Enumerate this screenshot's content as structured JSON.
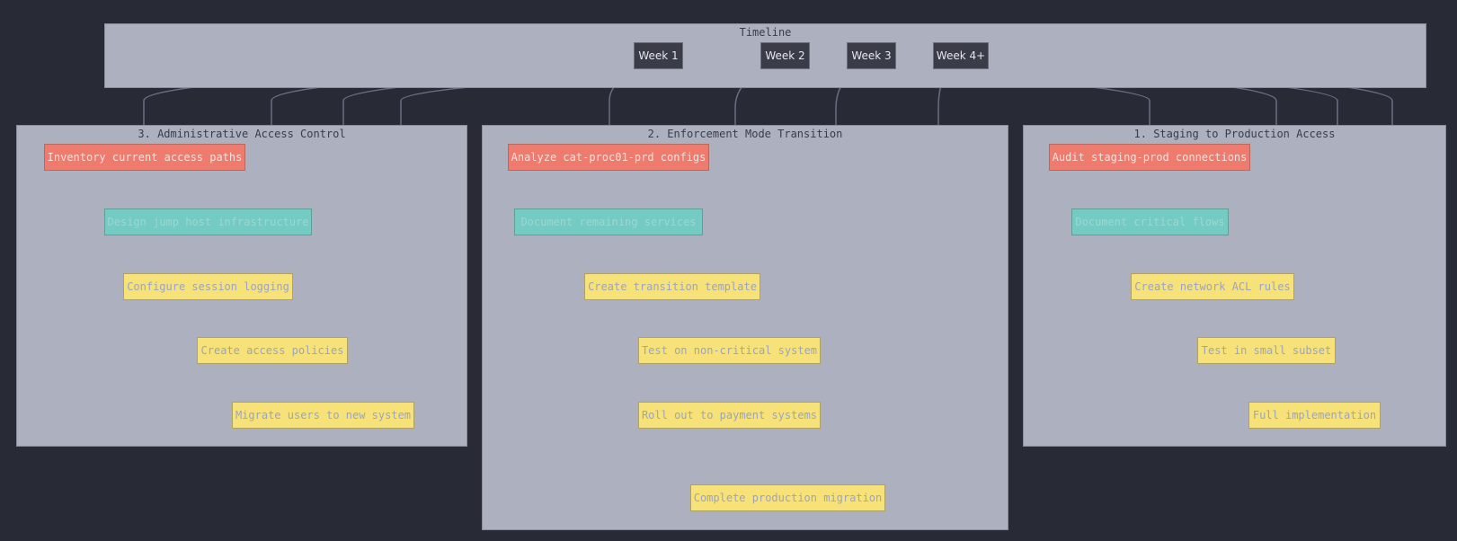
{
  "timeline": {
    "title": "Timeline",
    "weeks": [
      "Week 1",
      "Week 2",
      "Week 3",
      "Week 4+"
    ]
  },
  "clusters": {
    "admin": {
      "title": "3. Administrative Access Control",
      "nodes": [
        "Inventory current access paths",
        "Design jump host infrastructure",
        "Configure session logging",
        "Create access policies",
        "Migrate users to new system"
      ]
    },
    "enforce": {
      "title": "2. Enforcement Mode Transition",
      "nodes": [
        "Analyze cat-proc01-prd configs",
        "Document remaining services",
        "Create transition template",
        "Test on non-critical system",
        "Roll out to payment systems",
        "Complete production migration"
      ]
    },
    "staging": {
      "title": "1. Staging to Production Access",
      "nodes": [
        "Audit staging-prod connections",
        "Document critical flows",
        "Create network ACL rules",
        "Test in small subset",
        "Full implementation"
      ]
    }
  },
  "colors": {
    "background": "#282a36",
    "cluster": "#adb0be",
    "start_node": "#ee7b6d",
    "design_node": "#74cbc3",
    "task_node": "#f7e27a",
    "edge": "#6b6e80",
    "week_node": "#3a3c47"
  }
}
